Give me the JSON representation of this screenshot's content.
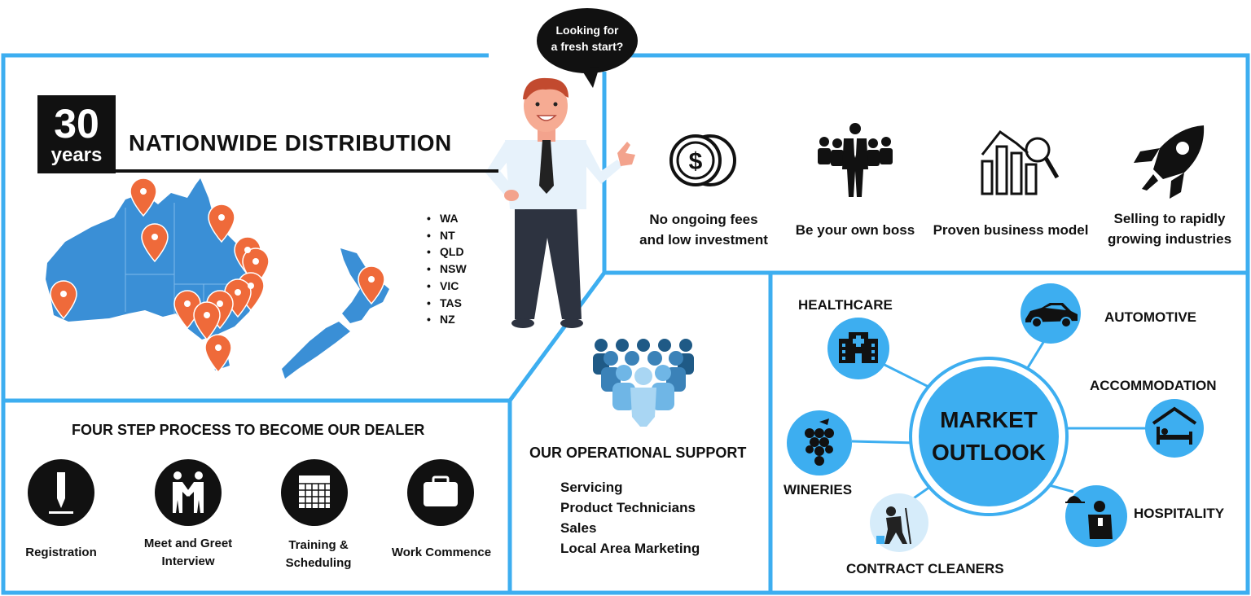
{
  "speech_bubble": {
    "line1": "Looking for",
    "line2": "a fresh start?"
  },
  "distribution": {
    "years_number": "30",
    "years_label": "years",
    "title": "NATIONWIDE DISTRIBUTION",
    "regions": [
      "WA",
      "NT",
      "QLD",
      "NSW",
      "VIC",
      "TAS",
      "NZ"
    ]
  },
  "features": [
    {
      "icon": "dollar-coins-icon",
      "line1": "No ongoing fees",
      "line2": "and low investment"
    },
    {
      "icon": "business-team-icon",
      "line1": "Be your own boss",
      "line2": ""
    },
    {
      "icon": "chart-magnifier-icon",
      "line1": "Proven business model",
      "line2": ""
    },
    {
      "icon": "rocket-icon",
      "line1": "Selling to rapidly",
      "line2": "growing industries"
    }
  ],
  "process": {
    "title": "FOUR STEP PROCESS TO BECOME OUR DEALER",
    "steps": [
      {
        "icon": "pen-icon",
        "line1": "Registration",
        "line2": ""
      },
      {
        "icon": "handshake-icon",
        "line1": "Meet and Greet",
        "line2": "Interview"
      },
      {
        "icon": "calendar-icon",
        "line1": "Training &",
        "line2": "Scheduling"
      },
      {
        "icon": "briefcase-icon",
        "line1": "Work Commence",
        "line2": ""
      }
    ]
  },
  "support": {
    "title": "OUR OPERATIONAL SUPPORT",
    "items": [
      "Servicing",
      "Product Technicians",
      "Sales",
      "Local Area Marketing"
    ]
  },
  "market": {
    "line1": "MARKET",
    "line2": "OUTLOOK",
    "industries": {
      "healthcare": "HEALTHCARE",
      "automotive": "AUTOMOTIVE",
      "accommodation": "ACCOMMODATION",
      "wineries": "WINERIES",
      "hospitality": "HOSPITALITY",
      "contract_cleaners": "CONTRACT CLEANERS"
    }
  },
  "colors": {
    "accent": "#3daef0",
    "map": "#3a8fd6",
    "pin": "#ef6a3a",
    "dark": "#111111"
  }
}
